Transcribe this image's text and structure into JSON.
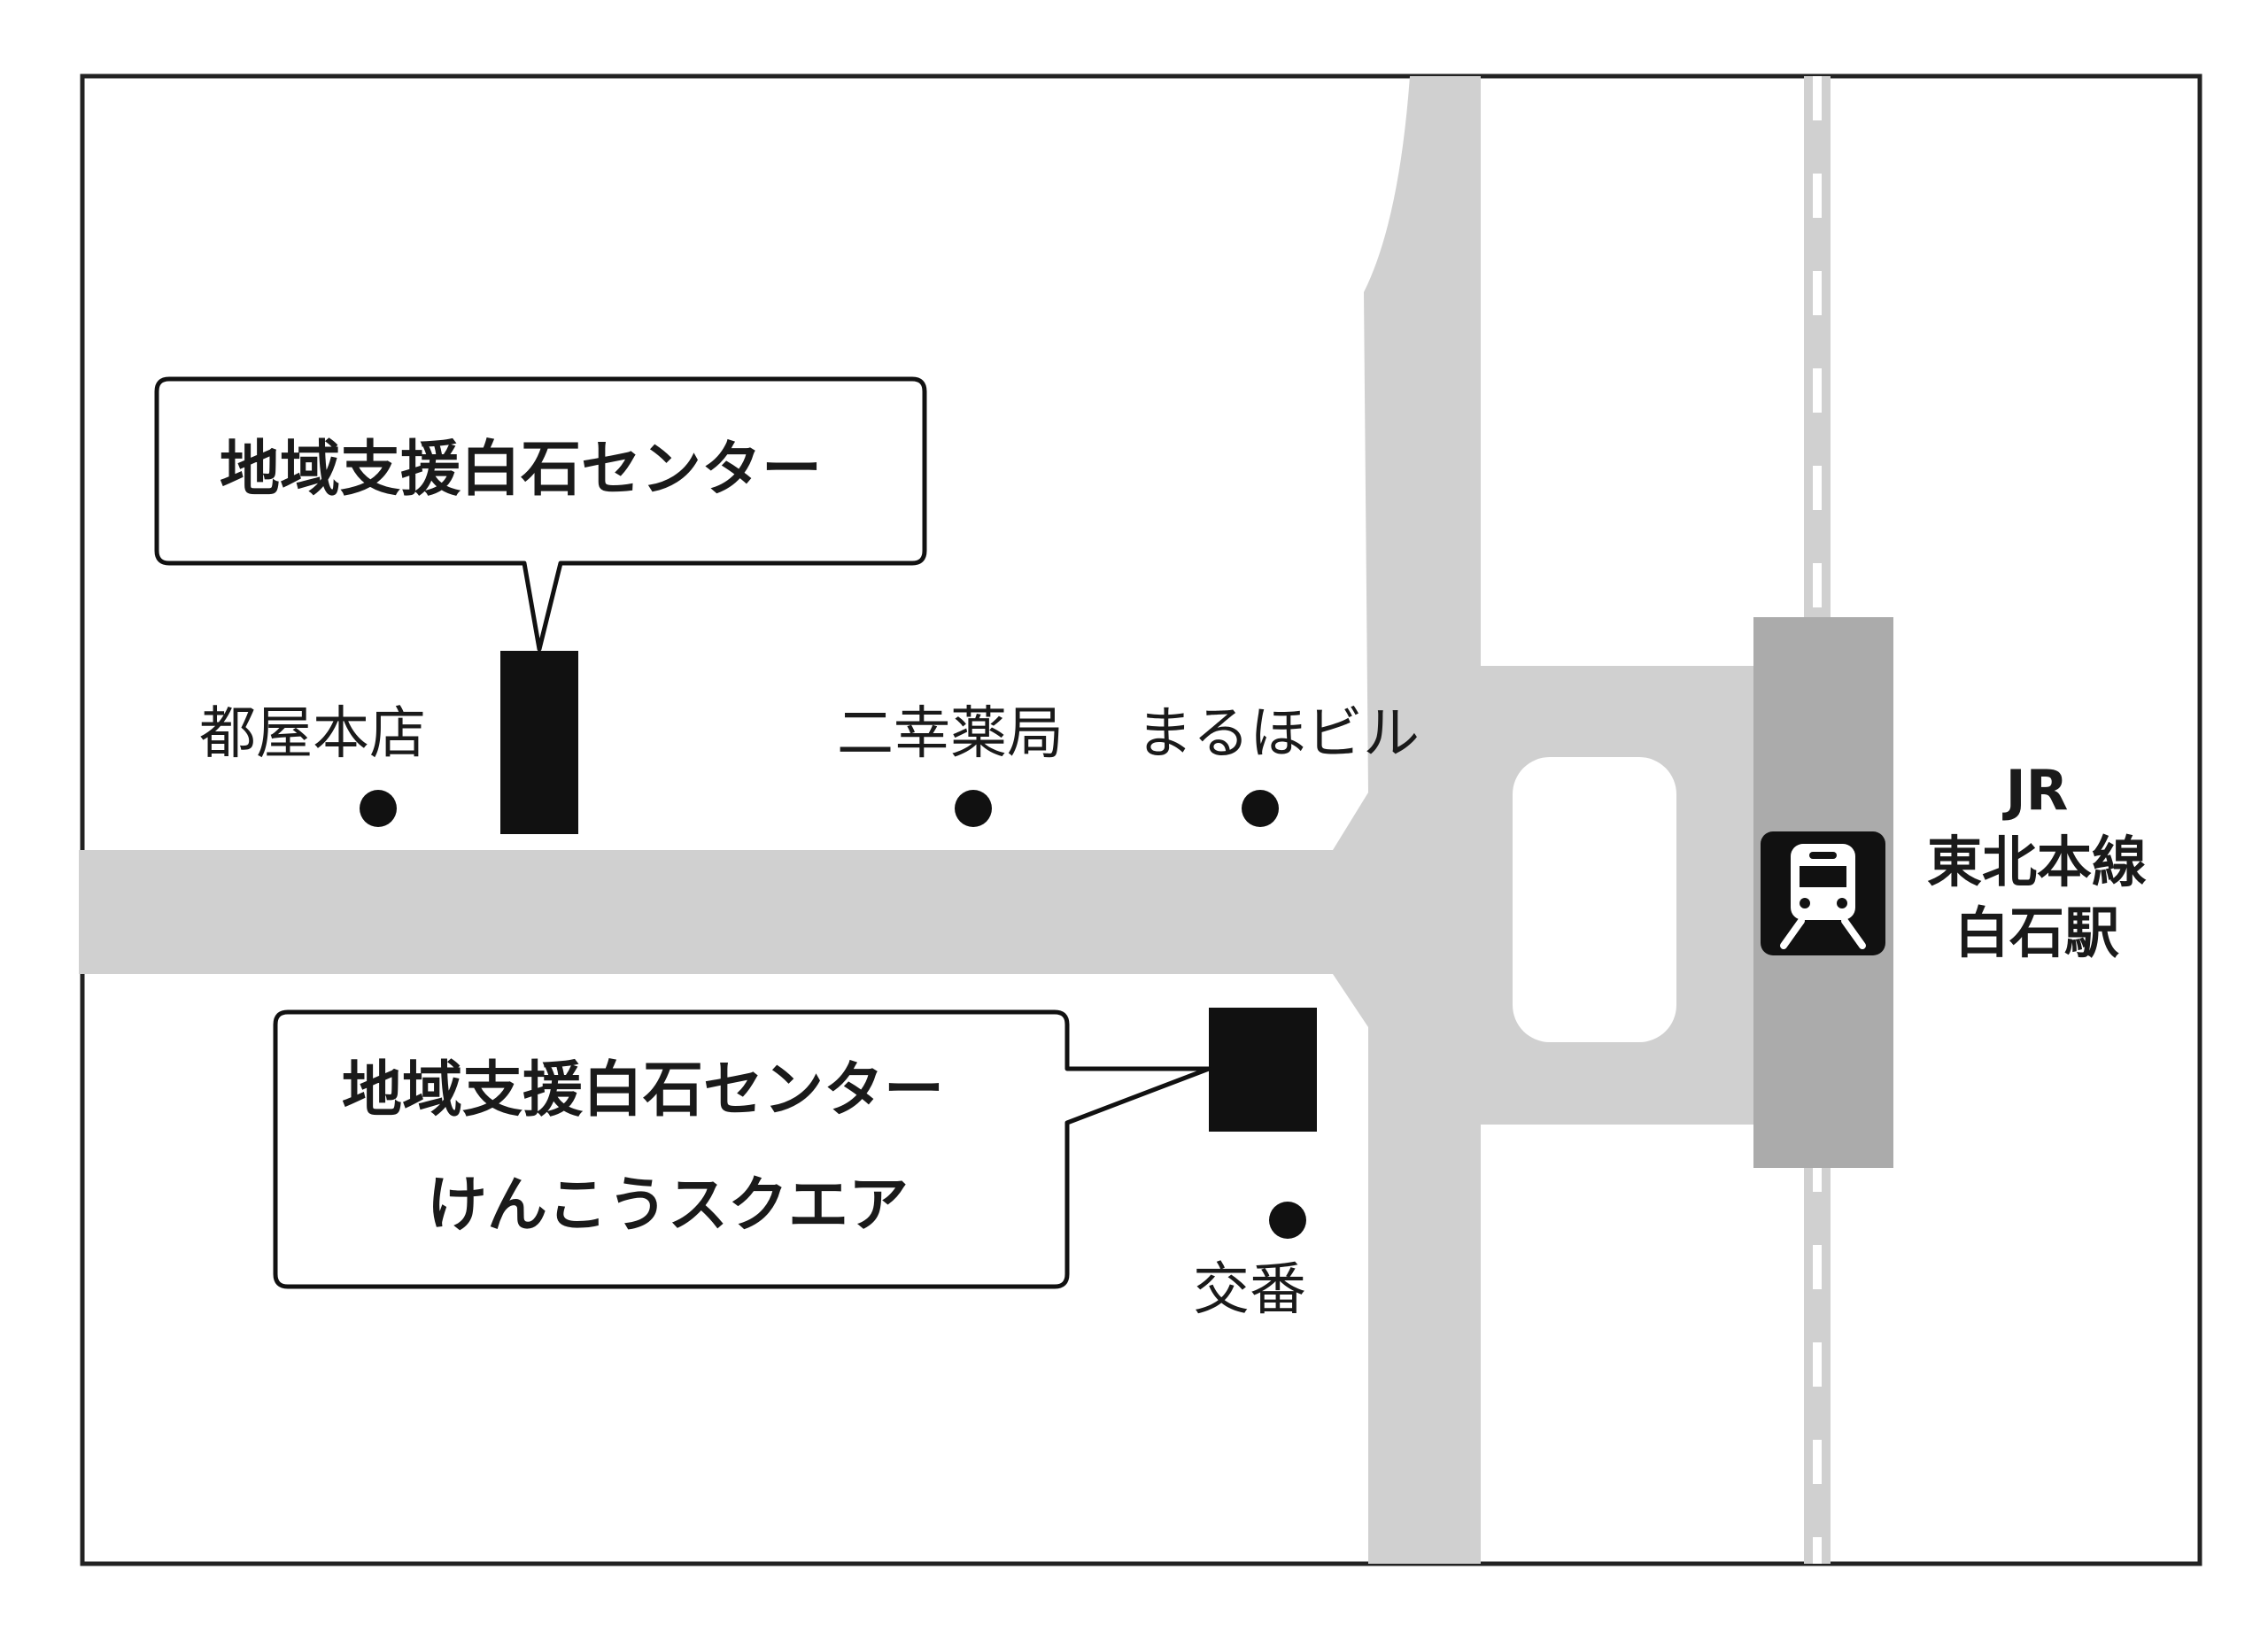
{
  "map": {
    "callouts": [
      {
        "id": "callout-1",
        "lines": [
          "地域支援白石センター"
        ]
      },
      {
        "id": "callout-2",
        "lines": [
          "地域支援白石センター",
          "けんこうスクエア"
        ]
      }
    ],
    "landmarks": [
      {
        "id": "miyako",
        "label": "都屋本店"
      },
      {
        "id": "nikou",
        "label": "二幸薬局"
      },
      {
        "id": "maruho",
        "label": "まるほビル"
      },
      {
        "id": "koban",
        "label": "交番"
      }
    ],
    "station": {
      "line1": "JR",
      "line2": "東北本線",
      "line3": "白石駅",
      "icon": "train-icon"
    },
    "colors": {
      "road": "#d0d0d0",
      "platform": "#ababab",
      "building": "#111111",
      "rail": "#d0d0d0",
      "border": "#222222"
    }
  }
}
